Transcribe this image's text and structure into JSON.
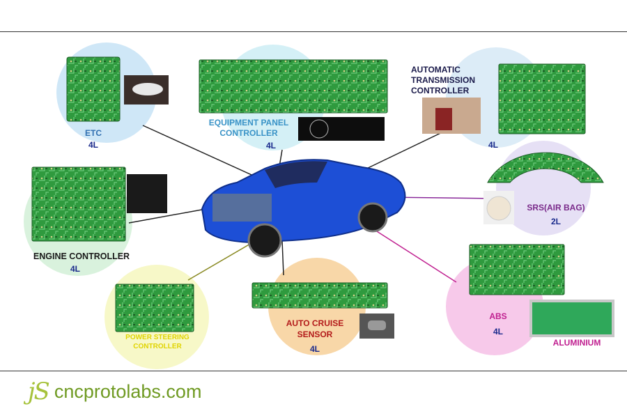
{
  "diagram": {
    "modules": [
      {
        "id": "etc",
        "title": "ETC",
        "layers": "4L",
        "title_color": "#2f6fb0",
        "circle_color": "#cfe7f7"
      },
      {
        "id": "equipment",
        "title_lines": [
          "EQUIPMENT PANEL",
          "CONTROLLER"
        ],
        "layers": "4L",
        "title_color": "#3a93c7",
        "circle_color": "#d4f0f6"
      },
      {
        "id": "transmission",
        "title_lines": [
          "AUTOMATIC",
          "TRANSMISSION",
          "CONTROLLER"
        ],
        "layers": "4L",
        "title_color": "#1a1a4a",
        "circle_color": "#dcecf7"
      },
      {
        "id": "engine",
        "title": "ENGINE CONTROLLER",
        "layers": "4L",
        "title_color": "#1a1a1a",
        "circle_color": "#d9f2dd"
      },
      {
        "id": "srs",
        "title": "SRS(AIR BAG)",
        "layers": "2L",
        "title_color": "#7a2a8a",
        "circle_color": "#e6e0f5"
      },
      {
        "id": "power",
        "title_lines": [
          "POWER STEERING",
          "CONTROLLER"
        ],
        "title_color": "#e0d400",
        "circle_color": "#f7f8c8"
      },
      {
        "id": "cruise",
        "title_lines": [
          "AUTO CRUISE",
          "SENSOR"
        ],
        "layers": "4L",
        "title_color": "#b31a1a",
        "circle_color": "#f8d7a8"
      },
      {
        "id": "abs",
        "title": "ABS",
        "layers": "4L",
        "title_color": "#c02090",
        "circle_color": "#f7c9ea"
      }
    ],
    "aluminium_label": "ALUMINIUM",
    "layer_color": "#1a2a8c",
    "car_color": "#1d4fd6",
    "pcb_color": "#2f9a3e"
  },
  "footer": {
    "mark": "jS",
    "site": "cncprotolabs.com"
  }
}
